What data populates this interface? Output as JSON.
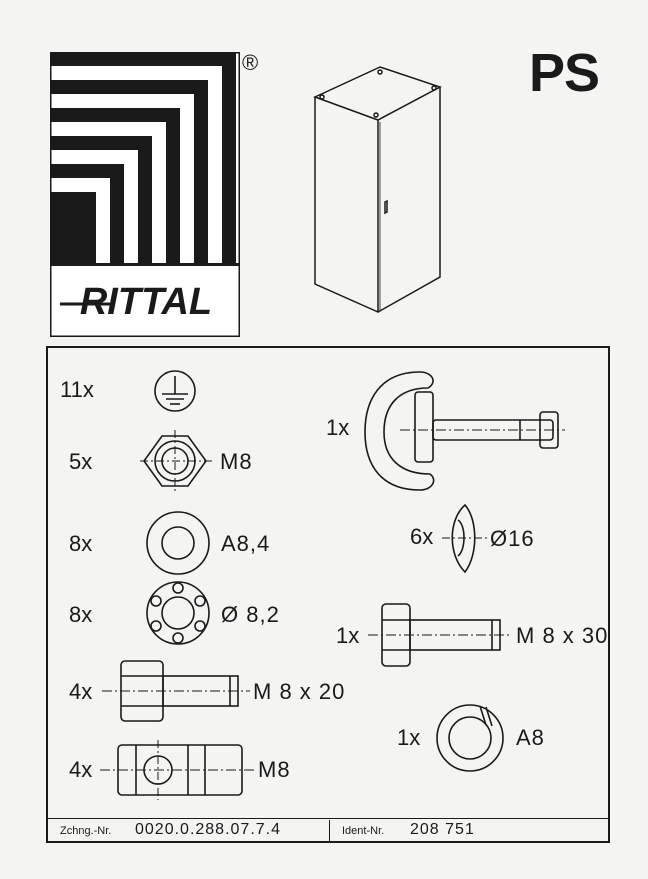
{
  "brand": {
    "name": "RITTAL",
    "registered_mark": "®"
  },
  "product_code": "PS",
  "parts": [
    {
      "qty": "11x",
      "spec": "",
      "icon": "earth-symbol-icon"
    },
    {
      "qty": "5x",
      "spec": "M8",
      "icon": "hex-nut-icon"
    },
    {
      "qty": "8x",
      "spec": "A8,4",
      "icon": "flat-washer-icon"
    },
    {
      "qty": "8x",
      "spec": "Ø 8,2",
      "icon": "serrated-washer-icon"
    },
    {
      "qty": "4x",
      "spec": "M 8 x 20",
      "icon": "hex-bolt-icon"
    },
    {
      "qty": "4x",
      "spec": "M8",
      "icon": "square-nut-icon"
    },
    {
      "qty": "1x",
      "spec": "",
      "icon": "double-bit-key-icon"
    },
    {
      "qty": "6x",
      "spec": "Ø16",
      "icon": "plug-cap-icon"
    },
    {
      "qty": "1x",
      "spec": "M 8 x 30",
      "icon": "hex-bolt-icon"
    },
    {
      "qty": "1x",
      "spec": "A8",
      "icon": "spring-washer-icon"
    }
  ],
  "footer": {
    "drawing_label": "Zchng.-Nr.",
    "drawing_number": "0020.0.288.07.7.4",
    "ident_label": "Ident-Nr.",
    "ident_number": "208 751"
  }
}
